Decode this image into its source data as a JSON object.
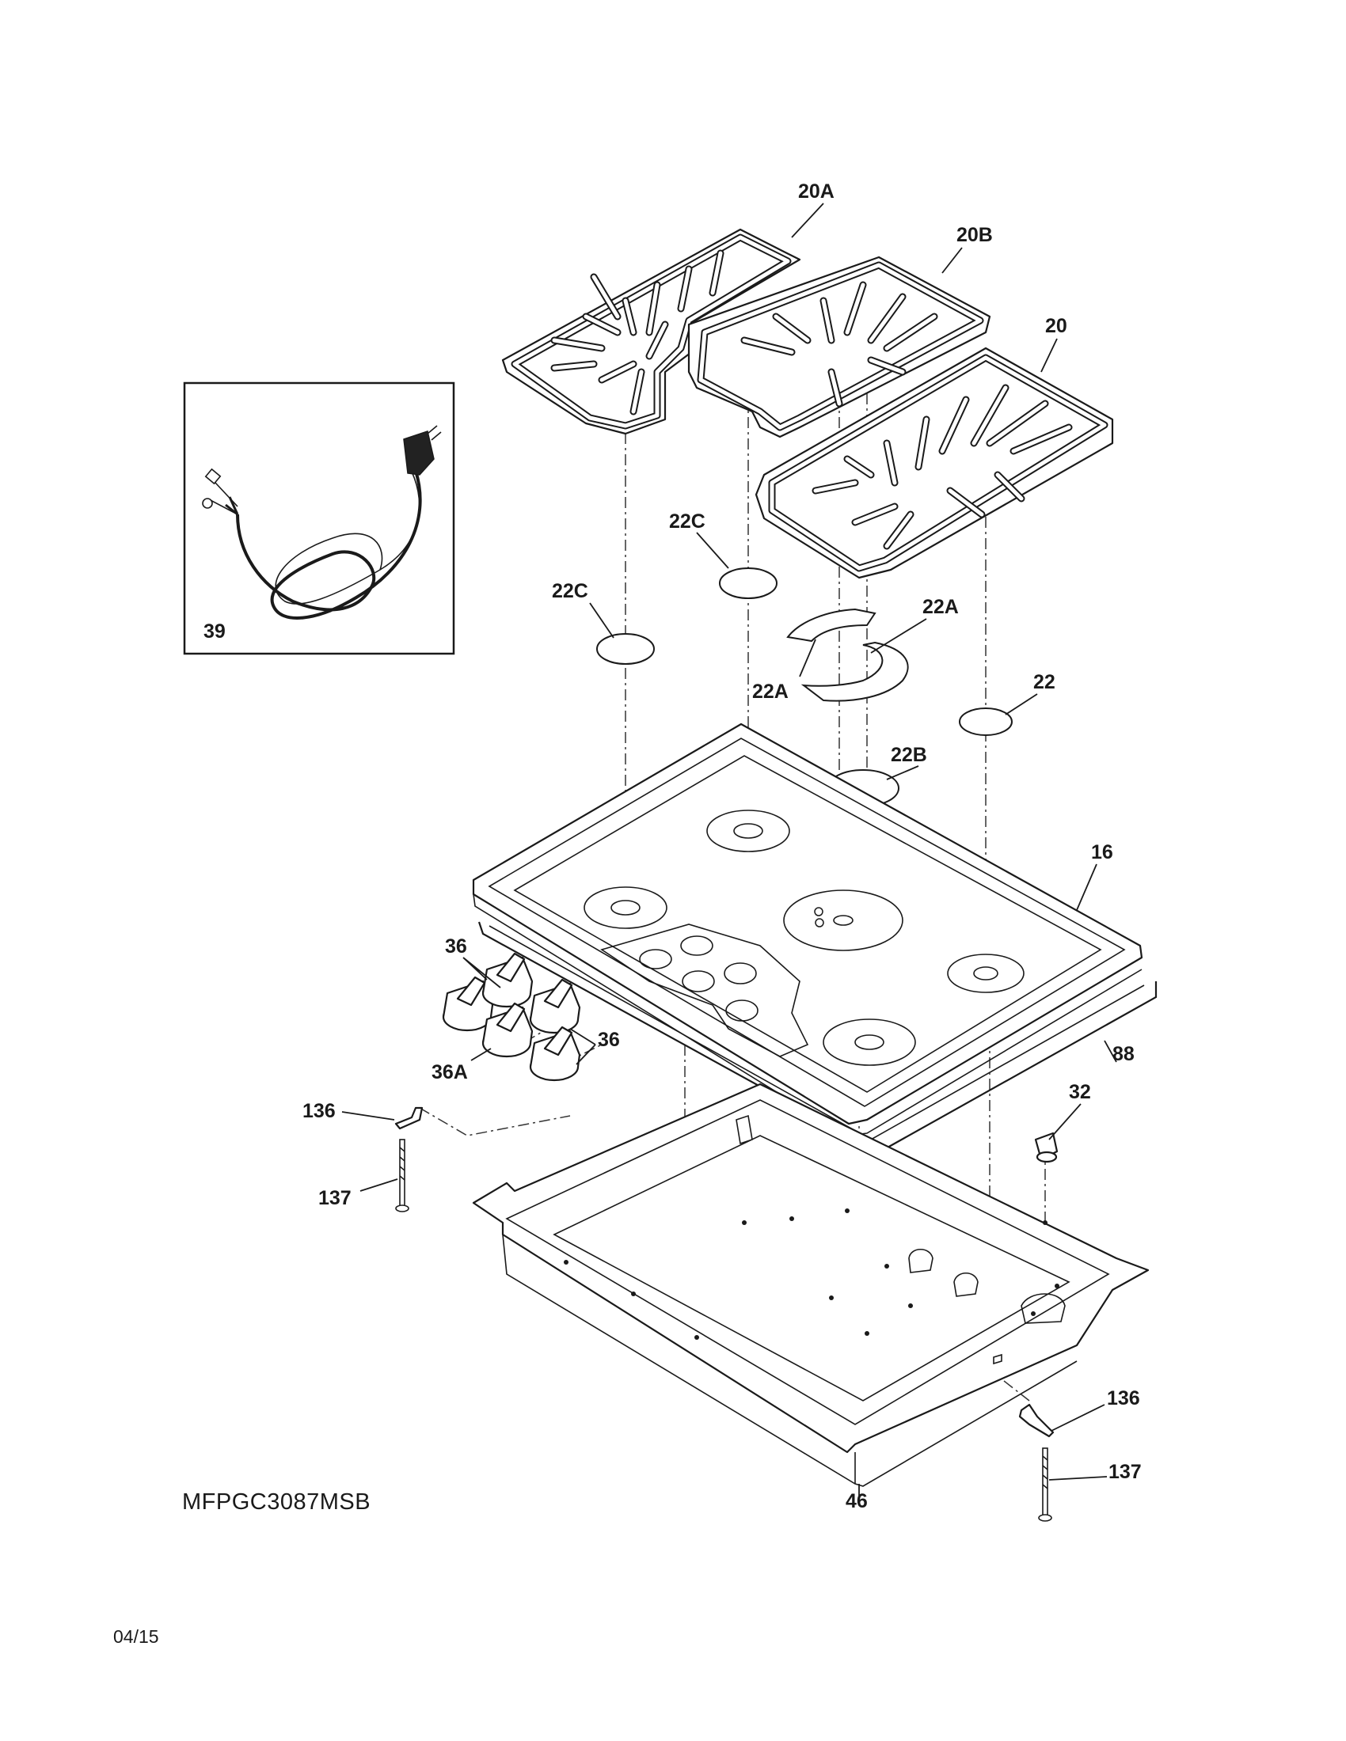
{
  "callouts": {
    "c20a": "20A",
    "c20b": "20B",
    "c20": "20",
    "c22c_right": "22C",
    "c22c_left": "22C",
    "c22a_top": "22A",
    "c22a_bottom": "22A",
    "c22": "22",
    "c22b": "22B",
    "c16": "16",
    "c36_top": "36",
    "c36_right": "36",
    "c36a": "36A",
    "c88": "88",
    "c32": "32",
    "c136_left": "136",
    "c137_left": "137",
    "c136_right": "136",
    "c137_right": "137",
    "c46": "46"
  },
  "inset": {
    "part_number": "39"
  },
  "model_number": "MFPGC3087MSB",
  "revision_date": "04/15"
}
